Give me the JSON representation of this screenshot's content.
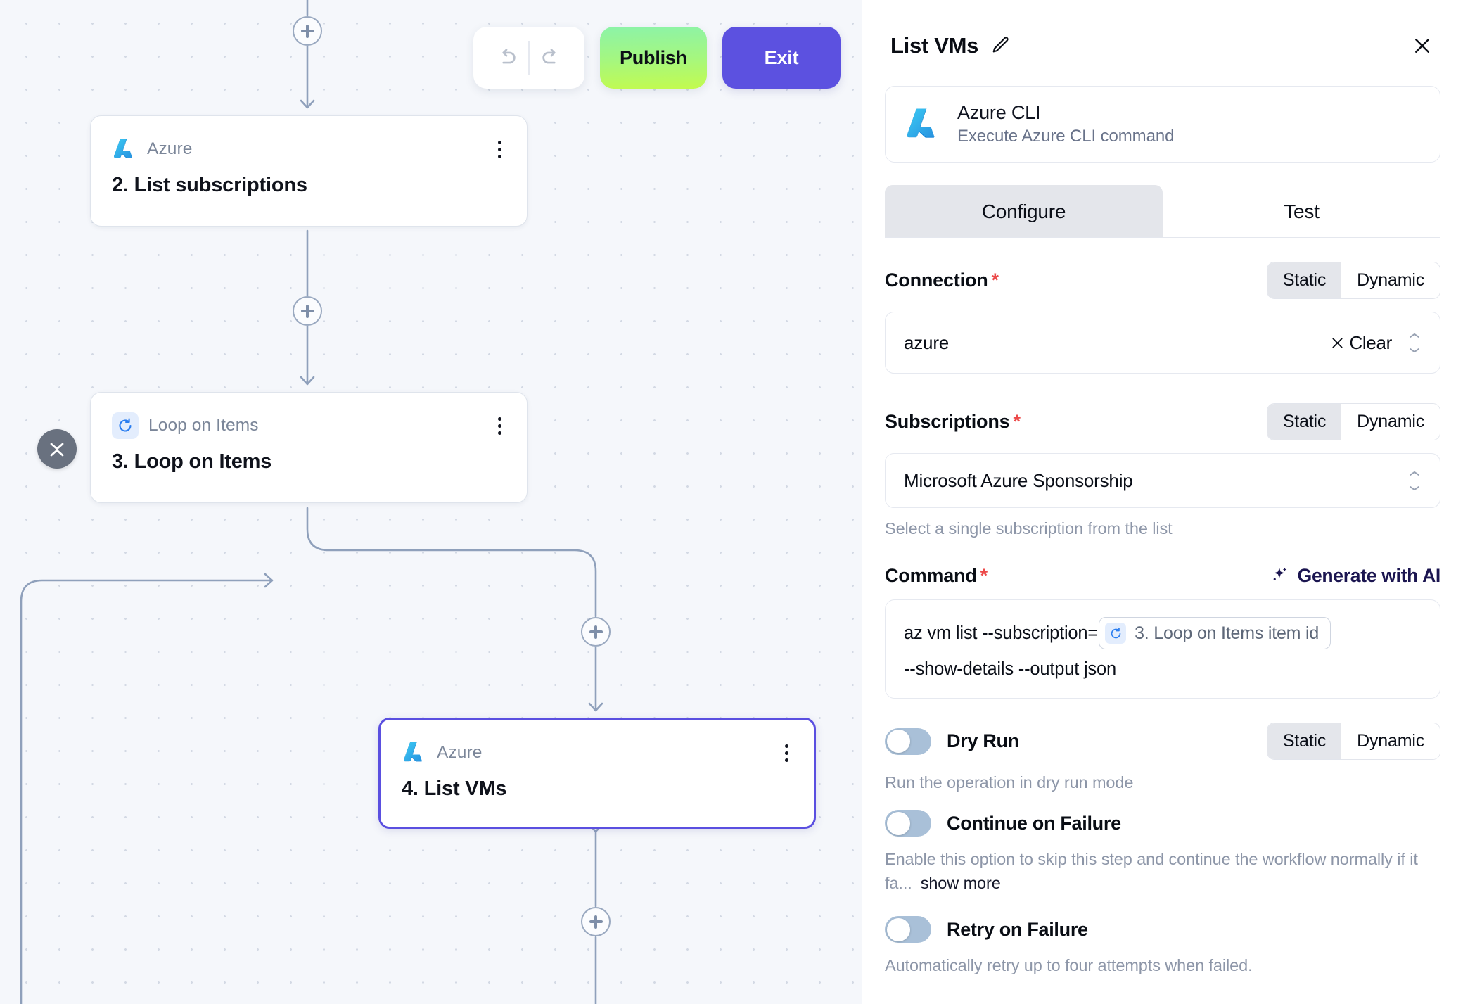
{
  "toolbar": {
    "undo_icon": "undo-arrow-icon",
    "redo_icon": "redo-arrow-icon",
    "publish_label": "Publish",
    "exit_label": "Exit",
    "publish_color": "#a5f77f",
    "exit_color": "#5c51e0"
  },
  "canvas": {
    "collapse_icon": "collapse-chevrons-icon",
    "add_icon": "plus-icon",
    "nodes": [
      {
        "kind": "Azure",
        "icon": "azure-icon",
        "title": "2. List subscriptions",
        "menu_icon": "kebab-menu-icon",
        "selected": false
      },
      {
        "kind": "Loop on Items",
        "icon": "loop-icon",
        "title": "3. Loop on Items",
        "menu_icon": "kebab-menu-icon",
        "selected": false
      },
      {
        "kind": "Azure",
        "icon": "azure-icon",
        "title": "4. List VMs",
        "menu_icon": "kebab-menu-icon",
        "selected": true
      }
    ]
  },
  "panel": {
    "title": "List VMs",
    "edit_icon": "pencil-icon",
    "close_icon": "close-icon",
    "integration": {
      "icon": "azure-icon",
      "name": "Azure CLI",
      "description": "Execute Azure CLI command"
    },
    "tabs": [
      {
        "label": "Configure",
        "active": true
      },
      {
        "label": "Test",
        "active": false
      }
    ],
    "mode_options": [
      "Static",
      "Dynamic"
    ],
    "fields": {
      "connection": {
        "label": "Connection",
        "required": "*",
        "mode": "Static",
        "value": "azure",
        "clear_label": "Clear",
        "clear_icon": "x-icon",
        "chevron_icon": "chevron-up-down-icon"
      },
      "subscriptions": {
        "label": "Subscriptions",
        "required": "*",
        "mode": "Static",
        "value": "Microsoft Azure Sponsorship",
        "hint": "Select a single subscription from the list",
        "chevron_icon": "chevron-up-down-icon"
      },
      "command": {
        "label": "Command",
        "required": "*",
        "generate_label": "Generate with AI",
        "generate_icon": "sparkle-icon",
        "text_before": "az vm list --subscription=",
        "token": {
          "icon": "loop-icon",
          "label": "3. Loop on Items item id"
        },
        "text_after": "--show-details --output json"
      },
      "dry_run": {
        "label": "Dry Run",
        "enabled": false,
        "mode": "Static",
        "description": "Run the operation in dry run mode"
      },
      "continue_on_failure": {
        "label": "Continue on Failure",
        "enabled": false,
        "description": "Enable this option to skip this step and continue the workflow normally if it fa...",
        "show_more_label": "show more"
      },
      "retry_on_failure": {
        "label": "Retry on Failure",
        "enabled": false,
        "description": "Automatically retry up to four attempts when failed."
      }
    }
  }
}
